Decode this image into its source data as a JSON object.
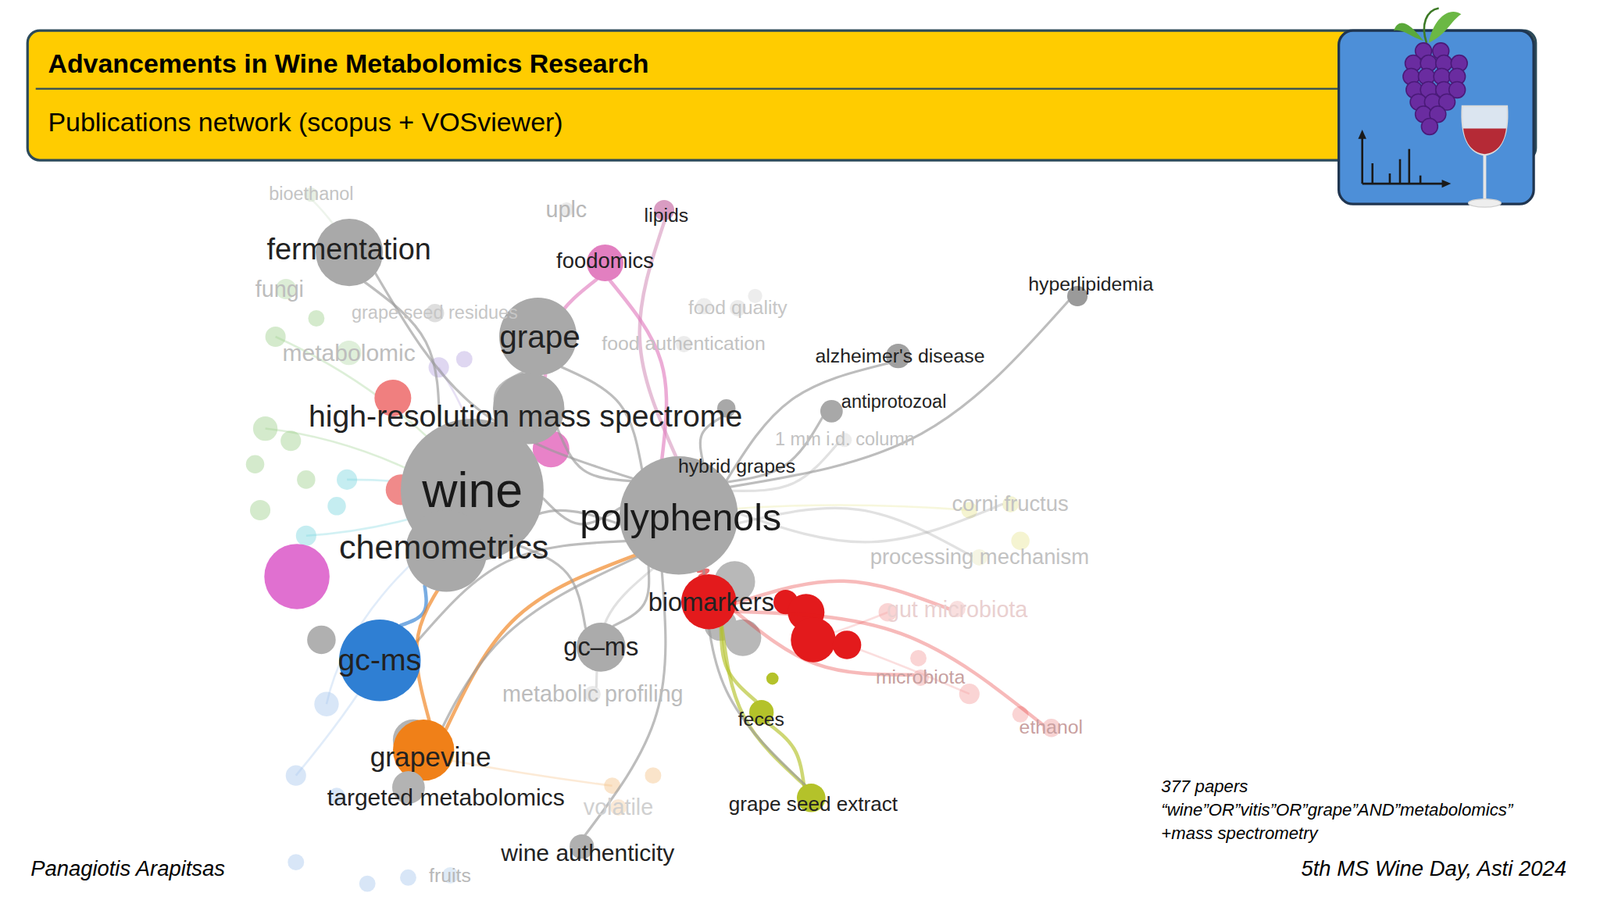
{
  "diagram": {
    "title": "Advancements in Wine Metabolomics Research",
    "nodes": [
      {
        "text": [
          "bioethanol"
        ]
      },
      {
        "text": [
          "uplc"
        ]
      },
      {
        "text": [
          "lipids"
        ]
      },
      {
        "text": [
          "fermentation"
        ]
      },
      {
        "text": [
          "foodomics"
        ]
      },
      {
        "text": [
          "hyperlipidemia"
        ]
      },
      {
        "text": [
          "fungi"
        ]
      },
      {
        "text": [
          "food quality"
        ]
      },
      {
        "text": [
          "grape seed residues"
        ]
      },
      {
        "text": [
          "grape"
        ]
      },
      {
        "text": [
          "food authentication"
        ]
      },
      {
        "text": [
          "metabolomic"
        ]
      },
      {
        "text": [
          "alzheimer's disease"
        ]
      },
      {
        "text": [
          "antiprotozoal"
        ]
      },
      {
        "text": [
          "high-resolution mass spectrome"
        ]
      },
      {
        "text": [
          "1 mm i.d. column"
        ]
      },
      {
        "text": [
          "hybrid grapes"
        ]
      },
      {
        "text": [
          "wine"
        ]
      },
      {
        "text": [
          "corni fructus"
        ]
      },
      {
        "text": [
          "polyphenols"
        ]
      },
      {
        "text": [
          "chemometrics"
        ]
      },
      {
        "text": [
          "processing mechanism"
        ]
      },
      {
        "text": [
          "biomarkers"
        ]
      },
      {
        "text": [
          "gut microbiota"
        ]
      },
      {
        "text": [
          "gc-ms"
        ]
      },
      {
        "text": [
          "gc–ms"
        ]
      },
      {
        "text": [
          "microbiota"
        ]
      },
      {
        "text": [
          "metabolic profiling"
        ]
      },
      {
        "text": [
          "feces"
        ]
      },
      {
        "text": [
          "ethanol"
        ]
      },
      {
        "text": [
          "grapevine"
        ]
      },
      {
        "text": [
          "targeted metabolomics"
        ]
      },
      {
        "text": [
          "volatile"
        ]
      },
      {
        "text": [
          "grape seed extract"
        ]
      },
      {
        "text": [
          "wine authenticity"
        ]
      },
      {
        "text": [
          "fruits"
        ]
      }
    ],
    "edges": [
      {
        "from": 19,
        "to": 17,
        "arrow": "none"
      },
      {
        "from": 19,
        "to": 5,
        "arrow": "none"
      },
      {
        "from": 19,
        "to": 12,
        "arrow": "none"
      },
      {
        "from": 19,
        "to": 13,
        "arrow": "none"
      },
      {
        "from": 19,
        "to": 16,
        "arrow": "none"
      },
      {
        "from": 2,
        "to": 19,
        "arrow": "none"
      },
      {
        "from": 4,
        "to": 19,
        "arrow": "none"
      },
      {
        "from": 19,
        "to": 9,
        "arrow": "none"
      },
      {
        "from": 19,
        "to": 3,
        "arrow": "none"
      },
      {
        "from": 22,
        "to": 19,
        "arrow": "none"
      },
      {
        "from": 28,
        "to": 22,
        "arrow": "none"
      },
      {
        "from": 33,
        "to": 28,
        "arrow": "none"
      },
      {
        "from": 33,
        "to": 22,
        "arrow": "none"
      },
      {
        "from": 19,
        "to": 33,
        "arrow": "none"
      },
      {
        "from": 19,
        "to": 25,
        "arrow": "none"
      },
      {
        "from": 19,
        "to": 24,
        "arrow": "none"
      },
      {
        "from": 30,
        "to": 19,
        "arrow": "none"
      },
      {
        "from": 19,
        "to": 31,
        "arrow": "none"
      },
      {
        "from": 19,
        "to": 34,
        "arrow": "none"
      },
      {
        "from": 19,
        "to": 20,
        "arrow": "none"
      },
      {
        "from": 19,
        "to": 14,
        "arrow": "none"
      },
      {
        "from": 19,
        "to": 15,
        "arrow": "none"
      },
      {
        "from": 17,
        "to": 20,
        "arrow": "none"
      },
      {
        "from": 17,
        "to": 3,
        "arrow": "none"
      },
      {
        "from": 17,
        "to": 9,
        "arrow": "none"
      },
      {
        "from": 24,
        "to": 20,
        "arrow": "none"
      },
      {
        "from": 30,
        "to": 17,
        "arrow": "none"
      },
      {
        "from": 22,
        "to": 26,
        "arrow": "none"
      },
      {
        "from": 22,
        "to": 23,
        "arrow": "none"
      },
      {
        "from": 19,
        "to": 18,
        "arrow": "none"
      },
      {
        "from": 19,
        "to": 21,
        "arrow": "none"
      },
      {
        "from": 4,
        "to": 14,
        "arrow": "none"
      },
      {
        "from": 17,
        "to": 14,
        "arrow": "none"
      },
      {
        "from": 19,
        "to": 27,
        "arrow": "none"
      },
      {
        "from": 22,
        "to": 29,
        "arrow": "none"
      },
      {
        "from": 25,
        "to": 17,
        "arrow": "none"
      }
    ],
    "labels": [
      "Publications network (scopus + VOSviewer)",
      "377 papers",
      "“wine”OR”vitis”OR”grape”AND”metabolomics”",
      "+mass spectrometry",
      "Panagiotis Arapitsas",
      "5th MS Wine Day, Asti 2024"
    ]
  }
}
